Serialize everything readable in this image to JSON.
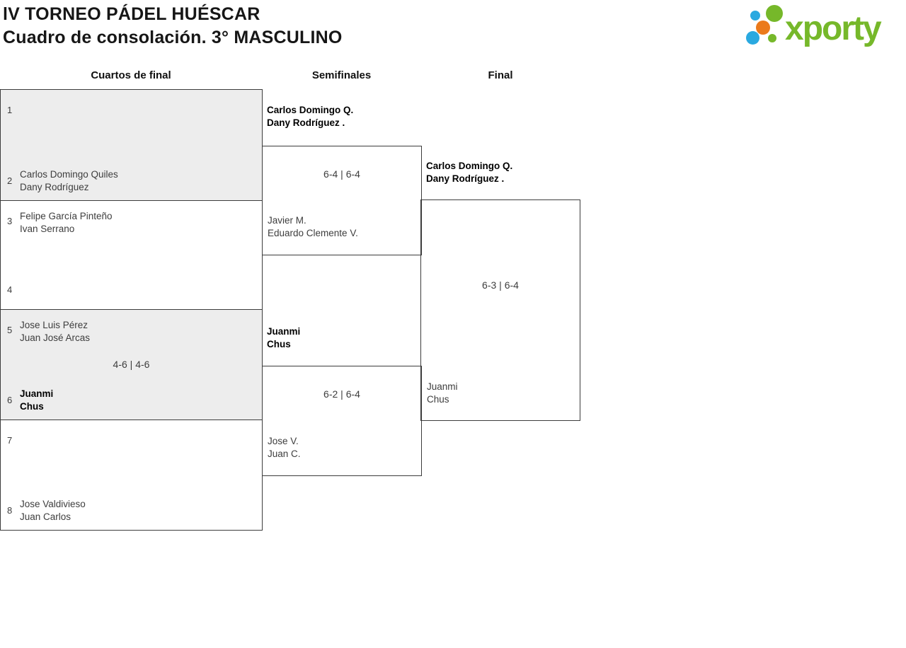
{
  "page": {
    "title_line1": "lV TORNEO PÁDEL HUÉSCAR",
    "title_line2": "Cuadro de consolación. 3° MASCULINO"
  },
  "logo": {
    "text": "xporty",
    "colors": {
      "green": "#76b82a",
      "blue": "#2aa9e0",
      "orange": "#eb7a1b"
    }
  },
  "round_headers": {
    "quarterfinals": "Cuartos de final",
    "semifinals": "Semifinales",
    "final": "Final"
  },
  "matches": {
    "qf1": {
      "seed_top": "1",
      "top": [
        "",
        ""
      ],
      "seed_bottom": "2",
      "bottom": [
        "Carlos Domingo Quiles",
        "Dany Rodríguez"
      ],
      "score": ""
    },
    "qf2": {
      "seed_top": "3",
      "top": [
        "Felipe García Pinteño",
        "Ivan Serrano"
      ],
      "seed_bottom": "4",
      "bottom": [
        "",
        ""
      ],
      "score": ""
    },
    "qf3": {
      "seed_top": "5",
      "top": [
        "Jose Luis Pérez",
        "Juan José Arcas"
      ],
      "seed_bottom": "6",
      "bottom": [
        "Juanmi",
        "Chus"
      ],
      "score": "4-6 | 4-6"
    },
    "qf4": {
      "seed_top": "7",
      "top": [
        "",
        ""
      ],
      "seed_bottom": "8",
      "bottom": [
        "Jose Valdivieso",
        "Juan Carlos"
      ],
      "score": ""
    },
    "sf1": {
      "top": [
        "Carlos Domingo Q.",
        "Dany Rodríguez ."
      ],
      "bottom": [
        "Javier M.",
        "Eduardo Clemente V."
      ],
      "score": "6-4 | 6-4"
    },
    "sf2": {
      "top": [
        "Juanmi",
        "Chus"
      ],
      "bottom": [
        "Jose V.",
        "Juan C."
      ],
      "score": "6-2 | 6-4"
    },
    "final": {
      "top": [
        "Carlos Domingo Q.",
        "Dany Rodríguez ."
      ],
      "bottom": [
        "Juanmi",
        "Chus"
      ],
      "score": "6-3 | 6-4"
    }
  }
}
